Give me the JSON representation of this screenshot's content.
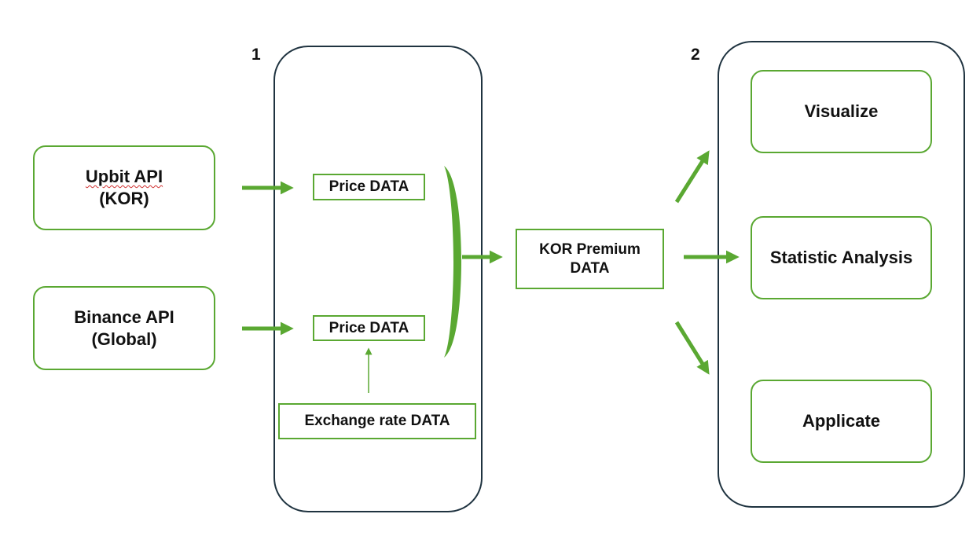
{
  "step_labels": {
    "step1": "1",
    "step2": "2"
  },
  "sources": {
    "upbit": {
      "line1": "Upbit API",
      "line2": "(KOR)"
    },
    "binance": {
      "line1": "Binance API",
      "line2": "(Global)"
    }
  },
  "stage1": {
    "price_top": "Price DATA",
    "price_bottom": "Price DATA",
    "exchange_rate": "Exchange rate DATA"
  },
  "premium": {
    "line1": "KOR Premium",
    "line2": "DATA"
  },
  "outputs": {
    "visualize": "Visualize",
    "statistic": "Statistic Analysis",
    "applicate": "Applicate"
  },
  "colors": {
    "accent": "#5aa832",
    "container_border": "#1f3340",
    "text": "#111111"
  }
}
